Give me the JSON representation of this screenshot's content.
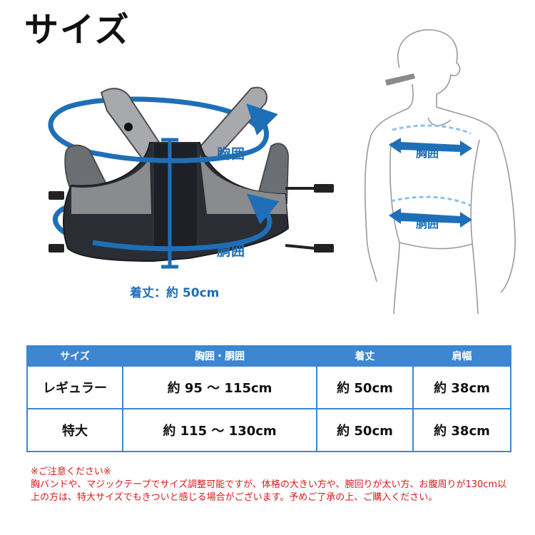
{
  "page": {
    "title": "サイズ"
  },
  "illustration": {
    "chest_label": "胸囲",
    "waist_label": "胴囲",
    "length_label": "着丈：約 50cm",
    "figure_chest_label": "胸囲",
    "figure_waist_label": "胴囲",
    "accent_color": "#1e6fb7"
  },
  "size_table": {
    "headers": [
      "サイズ",
      "胸囲・胴囲",
      "着丈",
      "肩幅"
    ],
    "rows": [
      {
        "size": "レギュラー",
        "chest_waist": "約 95 ～ 115cm",
        "length": "約 50cm",
        "shoulder": "約 38cm"
      },
      {
        "size": "特大",
        "chest_waist": "約 115 ～ 130cm",
        "length": "約 50cm",
        "shoulder": "約 38cm"
      }
    ],
    "header_color": "#3d86d1"
  },
  "note": {
    "heading": "※ご注意ください※",
    "body": "胸バンドや、マジックテープでサイズ調整可能ですが、体格の大きい方や、腕回りが太い方、お腹周りが130cm以上の方は、特大サイズでもきついと感じる場合がございます。予めご了承の上、ご購入ください。",
    "color": "#d81818"
  }
}
